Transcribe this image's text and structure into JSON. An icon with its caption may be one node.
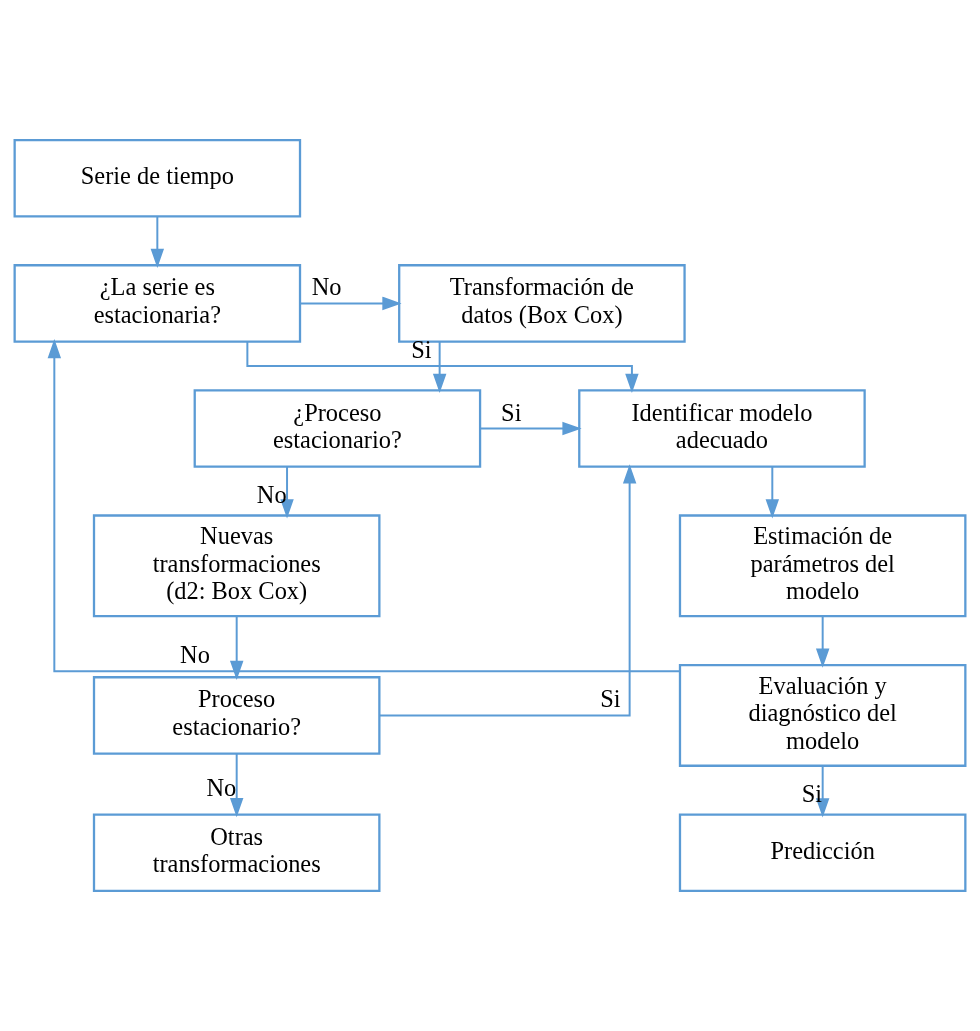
{
  "diagram": {
    "nodes": [
      {
        "text": [
          "Serie de tiempo"
        ]
      },
      {
        "text": [
          "¿La serie es estacionaria?"
        ]
      },
      {
        "text": [
          "Transformación de datos (Box Cox)"
        ]
      },
      {
        "text": [
          "Identificar modelo adecuado"
        ]
      },
      {
        "text": [
          "¿Proceso estacionario?"
        ]
      },
      {
        "text": [
          "Estimación de parámetros del modelo"
        ]
      },
      {
        "text": [
          "Nuevas transformaciones (d2: Box Cox)"
        ]
      },
      {
        "text": [
          "Evaluación y diagnóstico del modelo"
        ]
      },
      {
        "text": [
          "Proceso estacionario?"
        ]
      },
      {
        "text": [
          "Predicción"
        ]
      },
      {
        "text": [
          "Otras transformaciones"
        ]
      }
    ],
    "edges": [
      {
        "from": 0,
        "to": 1,
        "arrow": "to"
      },
      {
        "from": 1,
        "to": 2,
        "arrow": "to",
        "label": "No"
      },
      {
        "from": 1,
        "to": 3,
        "arrow": "to",
        "label": "Si"
      },
      {
        "from": 2,
        "to": 4,
        "arrow": "to"
      },
      {
        "from": 4,
        "to": 3,
        "arrow": "to",
        "label": "Si"
      },
      {
        "from": 4,
        "to": 6,
        "arrow": "to",
        "label": "No"
      },
      {
        "from": 3,
        "to": 5,
        "arrow": "to"
      },
      {
        "from": 5,
        "to": 7,
        "arrow": "to"
      },
      {
        "from": 7,
        "to": 1,
        "arrow": "to",
        "label": "No"
      },
      {
        "from": 6,
        "to": 8,
        "arrow": "to"
      },
      {
        "from": 8,
        "to": 3,
        "arrow": "to",
        "label": "Si"
      },
      {
        "from": 7,
        "to": 9,
        "arrow": "to",
        "label": "Si"
      },
      {
        "from": 8,
        "to": 10,
        "arrow": "to",
        "label": "No"
      }
    ]
  }
}
